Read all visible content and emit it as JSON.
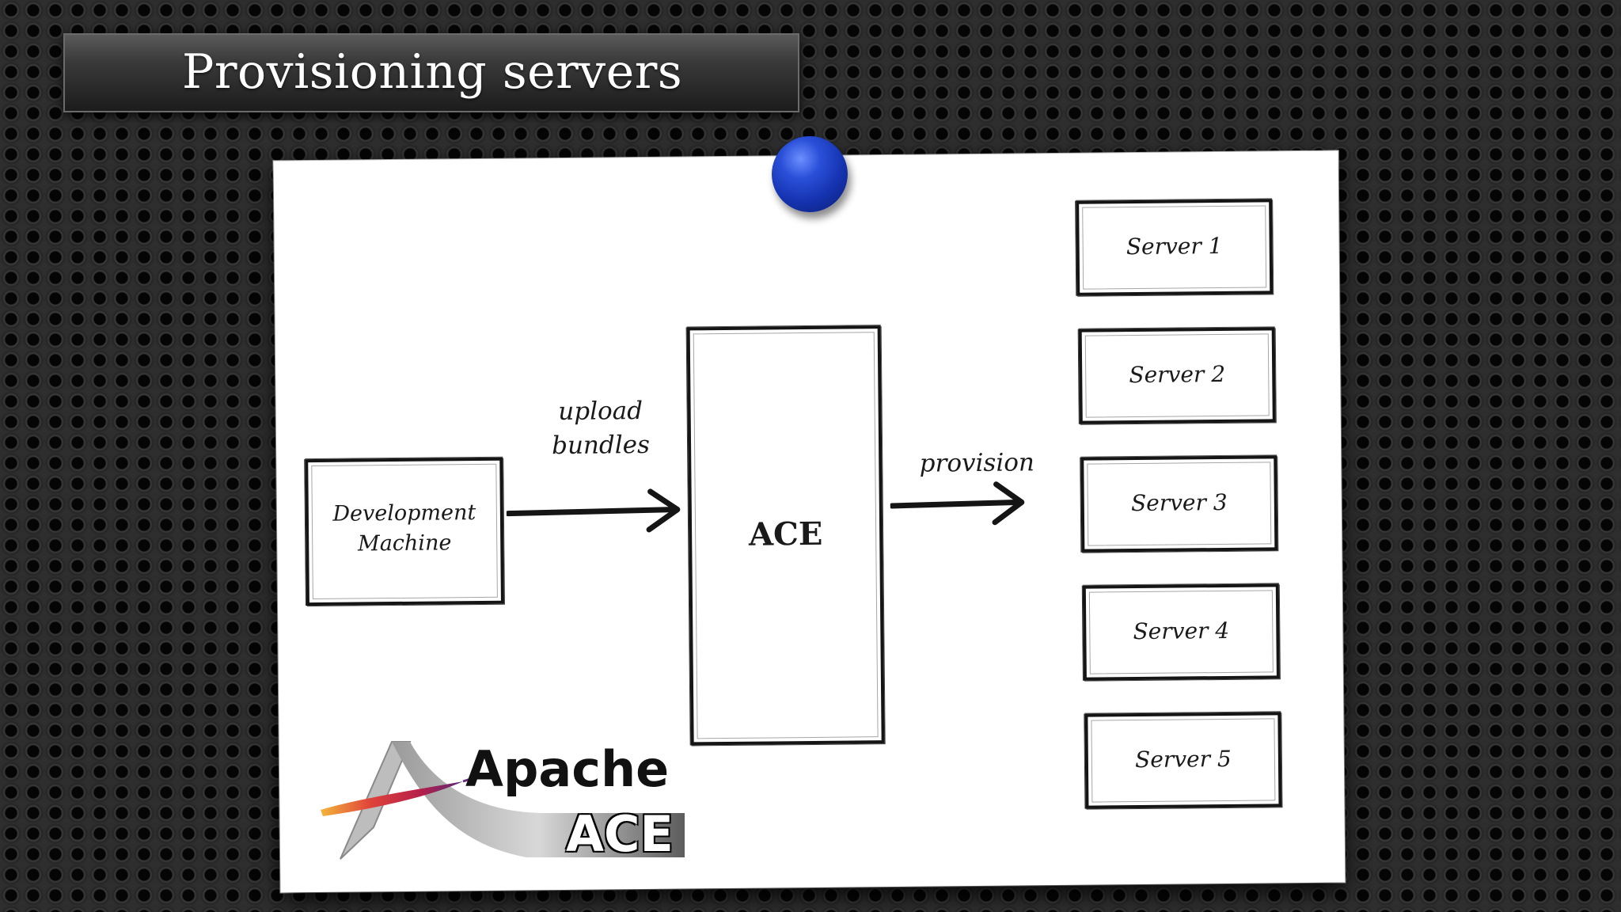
{
  "slide": {
    "title": "Provisioning servers"
  },
  "diagram": {
    "development_machine": "Development Machine",
    "development_machine_line1": "Development",
    "development_machine_line2": "Machine",
    "upload_label_line1": "upload",
    "upload_label_line2": "bundles",
    "ace_box": "ACE",
    "provision_label": "provision",
    "servers": [
      "Server 1",
      "Server 2",
      "Server 3",
      "Server 4",
      "Server 5"
    ]
  },
  "logo": {
    "line1": "Apache",
    "line2": "ACE"
  },
  "colors": {
    "pin": "#1f44c8",
    "feather_red": "#c8213a",
    "ink": "#151515"
  }
}
